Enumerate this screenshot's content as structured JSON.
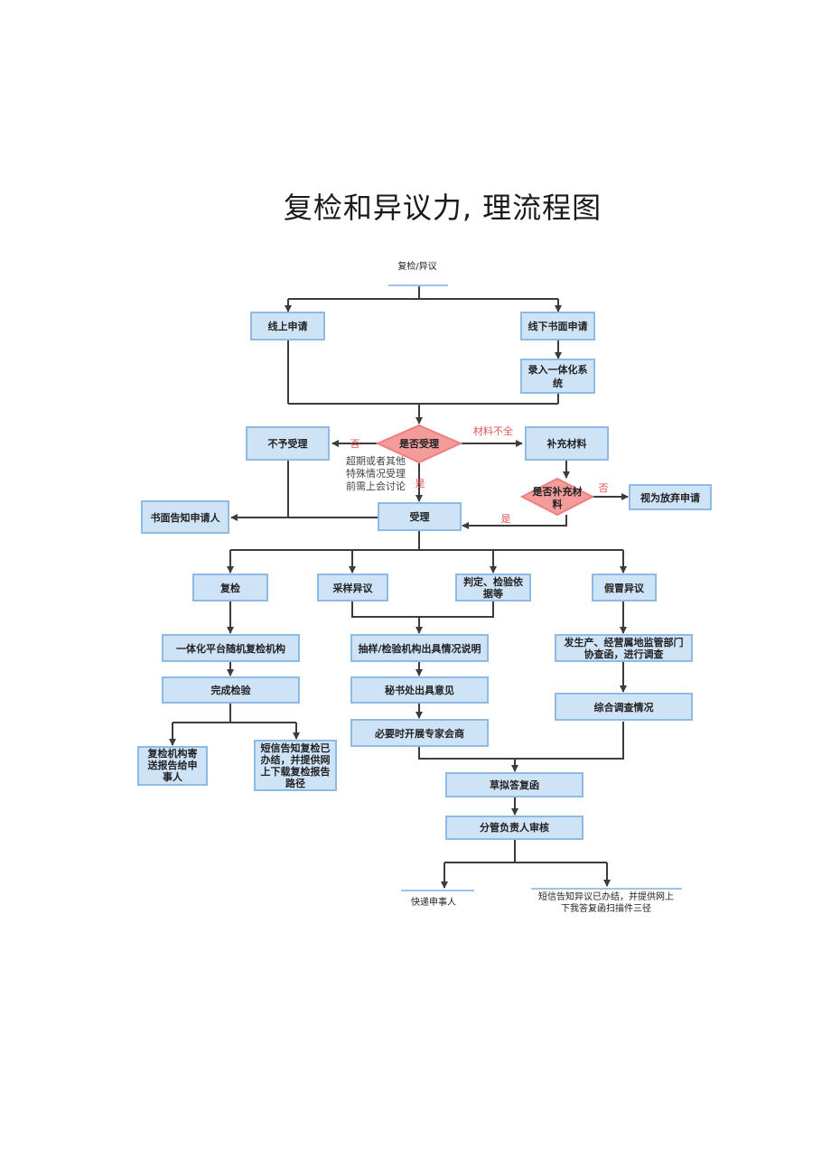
{
  "title": "复检和异议力, 理流程图",
  "nodes": {
    "start": "复检/异议",
    "online": "线上申请",
    "offline": "线下书面申请",
    "entry": [
      "录入一体化系",
      "统"
    ],
    "decide_accept": "是否受理",
    "reject": "不予受理",
    "supplement": "补充材料",
    "decide_supplement": [
      "是否补充材",
      "料"
    ],
    "abandon": "视为放弃申请",
    "notify_written": "书面告知申请人",
    "accepted": "受理",
    "recheck": "复检",
    "sampling": "采样异议",
    "judgement": [
      "判定、检验依",
      "据等"
    ],
    "counterfeit": "假冒异议",
    "random_agency": "一体化平台随机复检机构",
    "complete_test": "完成检验",
    "send_report": [
      "复检机构寄",
      "送报告给申",
      "事人"
    ],
    "sms_recheck": [
      "短信告知复检已",
      "办结，并提供网",
      "上下载复检报告",
      "路径"
    ],
    "agency_explain": "抽样/检验机构出具情况说明",
    "secretary": "秘书处出具意见",
    "expert": "必要时开展专家会商",
    "investigate": [
      "发生产、经营属地监管部门",
      "协查函，进行调查"
    ],
    "summary": "综合调查情况",
    "draft": "草拟答复函",
    "review": "分管负责人审核",
    "express": "快递申事人",
    "sms_objection": [
      "短信告知异议已办结，并提供网上",
      "下我答复函扫描件三径"
    ]
  },
  "labels": {
    "no1": "否",
    "missing": "材料不全",
    "yes1": "是",
    "no2": "否",
    "yes2": "是",
    "overdue_note": [
      "超期或者其他",
      "特殊情况受理",
      "前需上会讨论"
    ]
  }
}
